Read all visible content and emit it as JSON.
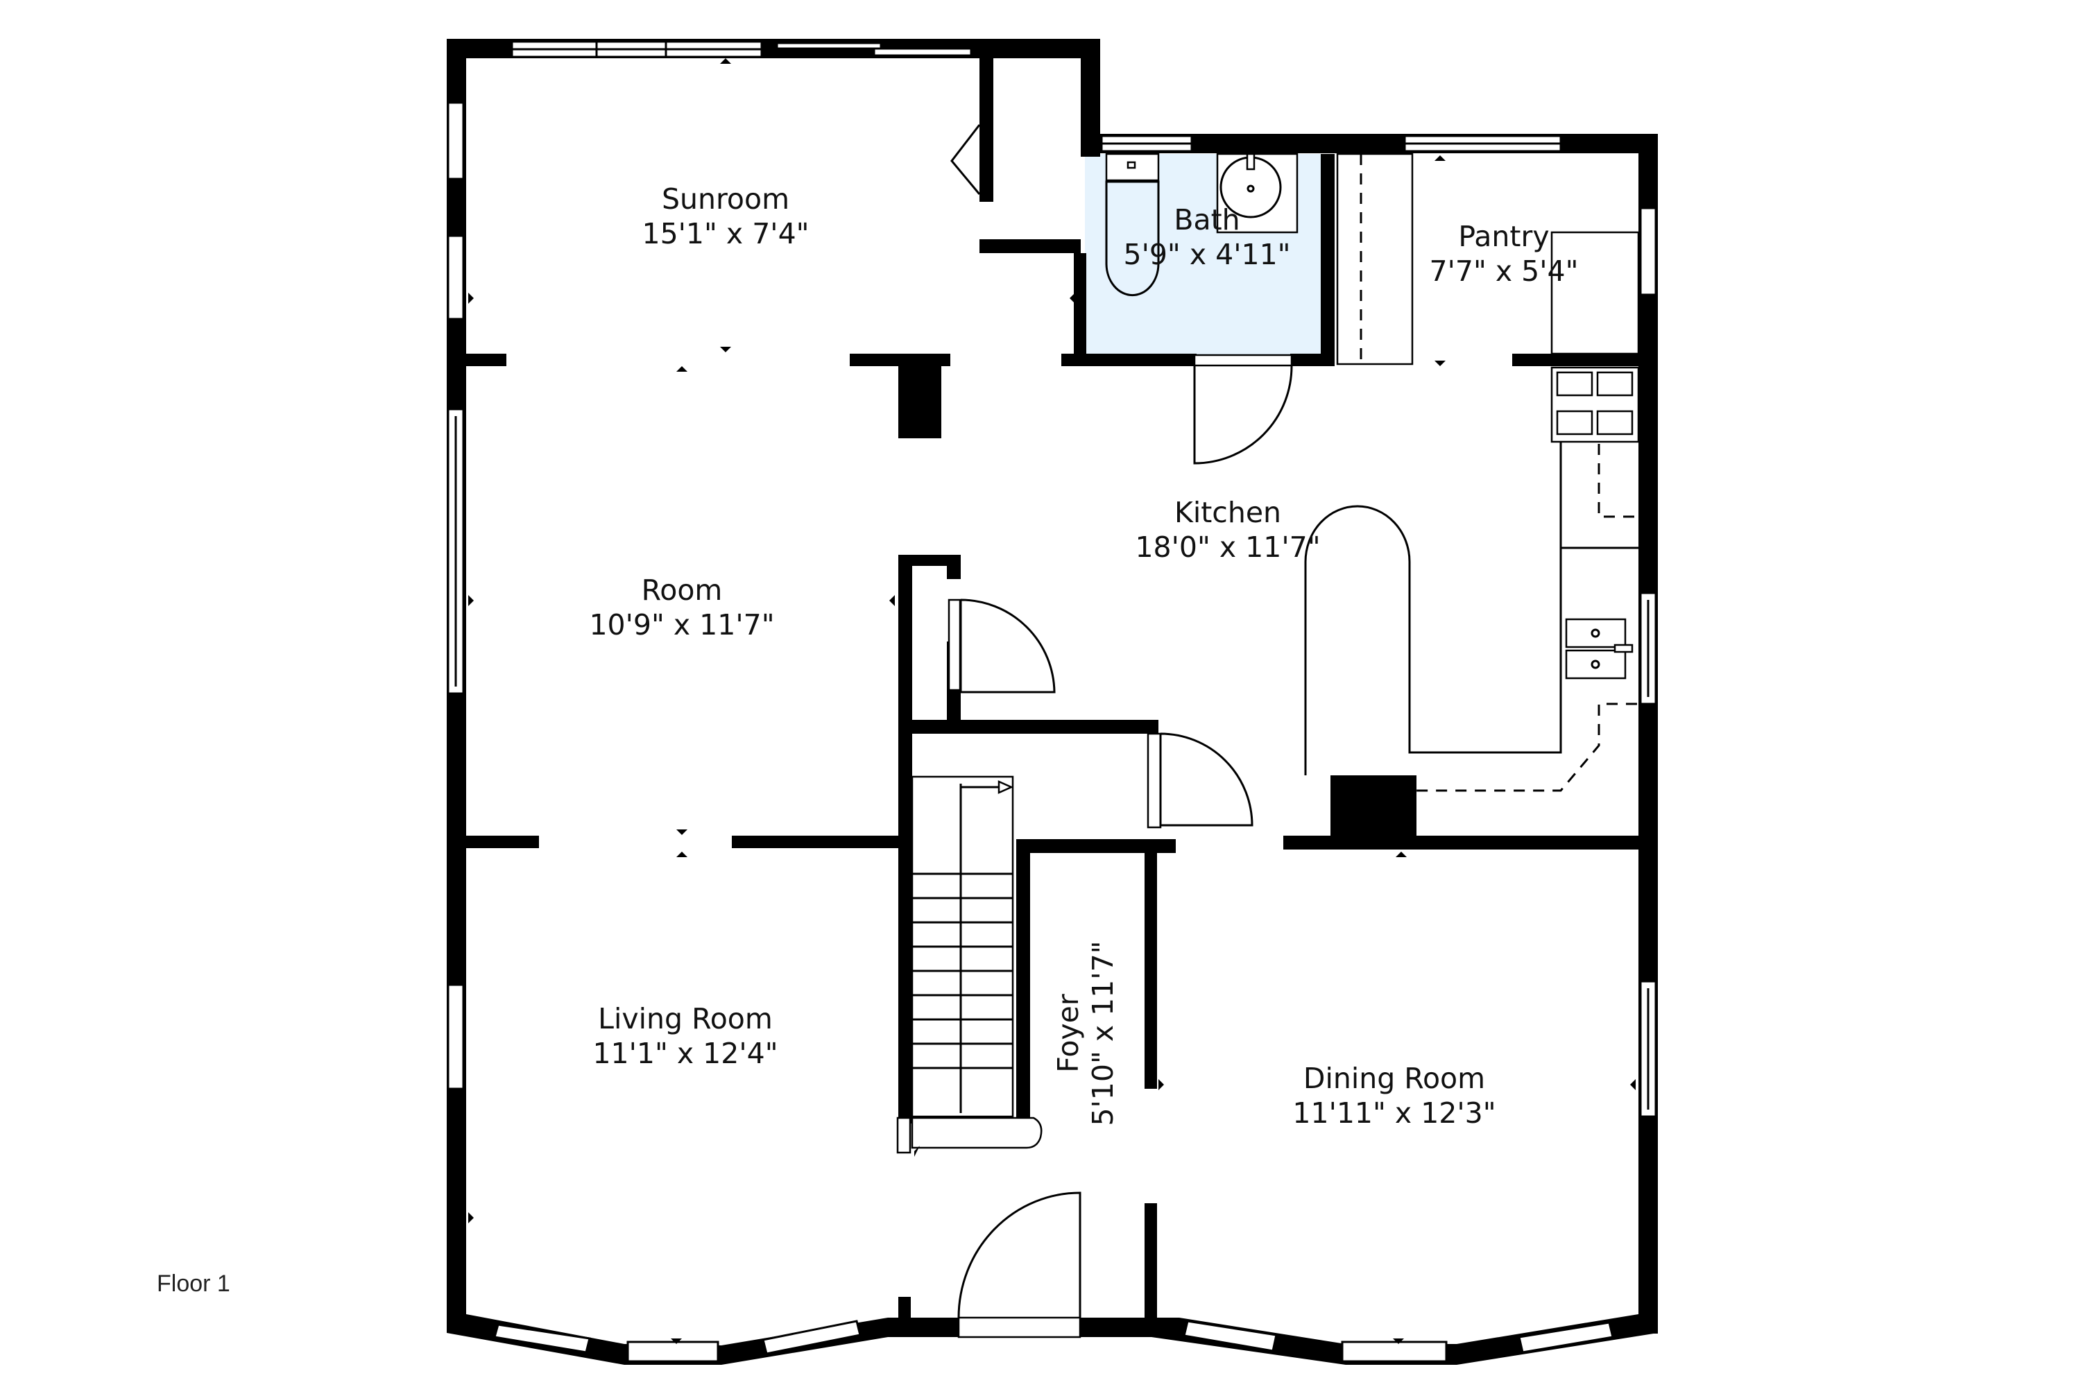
{
  "floor_label": "Floor 1",
  "colors": {
    "wall": "#000000",
    "background": "#ffffff",
    "bath_fill": "#e6f3fd",
    "text": "#111111"
  },
  "rooms": {
    "sunroom": {
      "name": "Sunroom",
      "dims": "15'1\" x 7'4\""
    },
    "bath": {
      "name": "Bath",
      "dims": "5'9\" x 4'11\""
    },
    "pantry": {
      "name": "Pantry",
      "dims": "7'7\" x 5'4\""
    },
    "kitchen": {
      "name": "Kitchen",
      "dims": "18'0\" x 11'7\""
    },
    "room": {
      "name": "Room",
      "dims": "10'9\" x 11'7\""
    },
    "living_room": {
      "name": "Living Room",
      "dims": "11'1\" x 12'4\""
    },
    "foyer": {
      "name": "Foyer",
      "dims": "5'10\" x 11'7\""
    },
    "dining_room": {
      "name": "Dining Room",
      "dims": "11'11\" x 12'3\""
    }
  },
  "fixtures": [
    "toilet",
    "sink",
    "stove",
    "double-sink",
    "kitchen-island",
    "staircase"
  ]
}
